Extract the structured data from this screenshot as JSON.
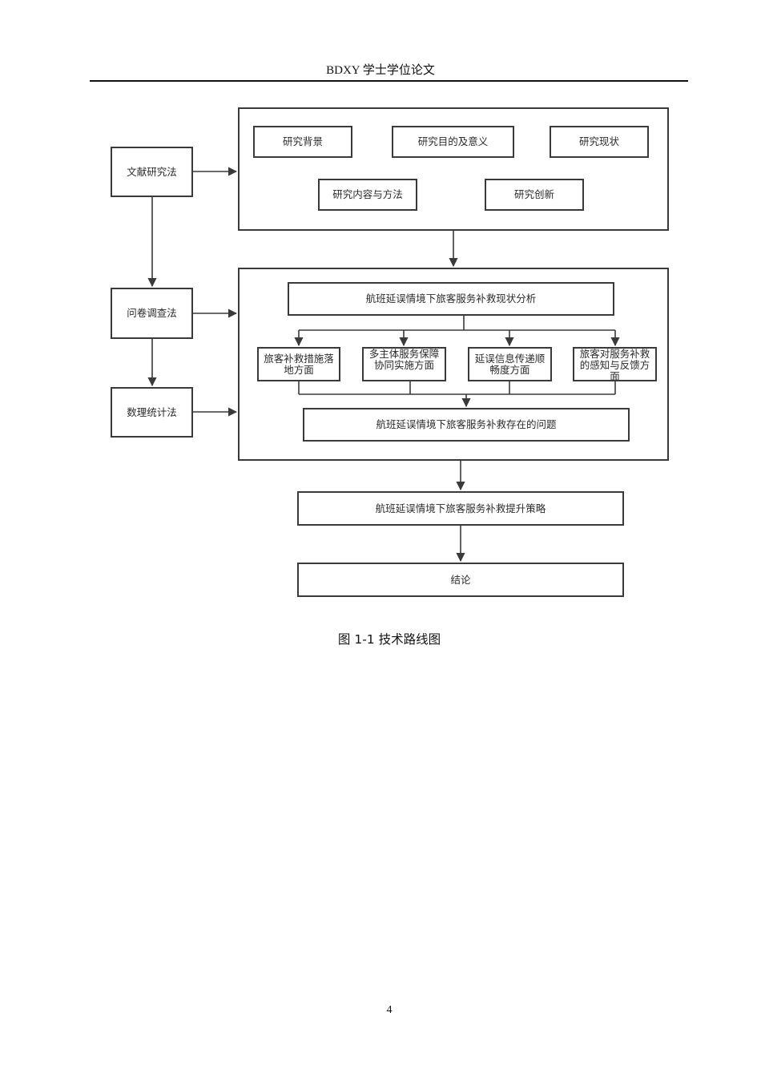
{
  "header": {
    "title": "BDXY 学士学位论文"
  },
  "diagram": {
    "methods": {
      "literature": "文献研究法",
      "questionnaire": "问卷调查法",
      "statistics": "数理统计法"
    },
    "research": {
      "background": "研究背景",
      "purpose": "研究目的及意义",
      "status": "研究现状",
      "content": "研究内容与方法",
      "innovation": "研究创新"
    },
    "analysis": {
      "current": "航班延误情境下旅客服务补救现状分析",
      "aspects": [
        "旅客补救措施落地方面",
        "多主体服务保障协同实施方面",
        "延误信息传递顺畅度方面",
        "旅客对服务补救的感知与反馈方面"
      ],
      "problems": "航班延误情境下旅客服务补救存在的问题"
    },
    "strategy": "航班延误情境下旅客服务补救提升策略",
    "conclusion": "结论"
  },
  "caption": "图 1-1  技术路线图",
  "page_number": "4"
}
